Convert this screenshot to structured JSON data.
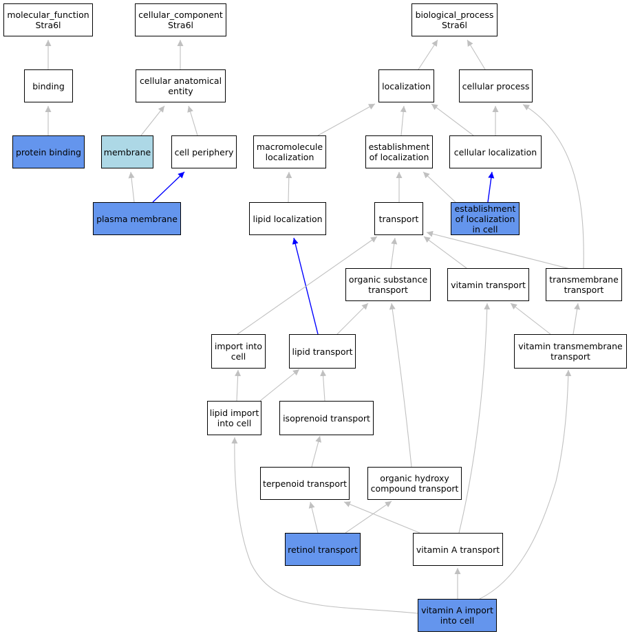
{
  "colors": {
    "edge": "#c0c0c0",
    "edge_highlight": "#0000ff",
    "node_border": "#000000",
    "fill_default": "#ffffff",
    "fill_annotated": "#6495ed",
    "fill_light": "#add8e6"
  },
  "nodes": [
    {
      "id": "mf",
      "label": "molecular_function\nStra6l",
      "fill": "default"
    },
    {
      "id": "cc",
      "label": "cellular_component\nStra6l",
      "fill": "default"
    },
    {
      "id": "bp",
      "label": "biological_process\nStra6l",
      "fill": "default"
    },
    {
      "id": "binding",
      "label": "binding",
      "fill": "default"
    },
    {
      "id": "cae",
      "label": "cellular anatomical\nentity",
      "fill": "default"
    },
    {
      "id": "localization",
      "label": "localization",
      "fill": "default"
    },
    {
      "id": "cellproc",
      "label": "cellular process",
      "fill": "default"
    },
    {
      "id": "protbind",
      "label": "protein binding",
      "fill": "annotated"
    },
    {
      "id": "membrane",
      "label": "membrane",
      "fill": "light"
    },
    {
      "id": "cellperiph",
      "label": "cell periphery",
      "fill": "default"
    },
    {
      "id": "macroloc",
      "label": "macromolecule\nlocalization",
      "fill": "default"
    },
    {
      "id": "estloc",
      "label": "establishment\nof localization",
      "fill": "default"
    },
    {
      "id": "cellloc",
      "label": "cellular localization",
      "fill": "default"
    },
    {
      "id": "plasmamem",
      "label": "plasma membrane",
      "fill": "annotated"
    },
    {
      "id": "lipidloc",
      "label": "lipid localization",
      "fill": "default"
    },
    {
      "id": "transport",
      "label": "transport",
      "fill": "default"
    },
    {
      "id": "estlocincell",
      "label": "establishment\nof localization\nin cell",
      "fill": "annotated"
    },
    {
      "id": "orgsub",
      "label": "organic substance\ntransport",
      "fill": "default"
    },
    {
      "id": "vittrans",
      "label": "vitamin transport",
      "fill": "default"
    },
    {
      "id": "tmtrans",
      "label": "transmembrane\ntransport",
      "fill": "default"
    },
    {
      "id": "importcell",
      "label": "import into\ncell",
      "fill": "default"
    },
    {
      "id": "lipidtrans",
      "label": "lipid transport",
      "fill": "default"
    },
    {
      "id": "vittm",
      "label": "vitamin transmembrane\ntransport",
      "fill": "default"
    },
    {
      "id": "lipidimport",
      "label": "lipid import\ninto cell",
      "fill": "default"
    },
    {
      "id": "isoprenoid",
      "label": "isoprenoid transport",
      "fill": "default"
    },
    {
      "id": "terpenoid",
      "label": "terpenoid transport",
      "fill": "default"
    },
    {
      "id": "orghydroxy",
      "label": "organic hydroxy\ncompound transport",
      "fill": "default"
    },
    {
      "id": "retinol",
      "label": "retinol transport",
      "fill": "annotated"
    },
    {
      "id": "vitA",
      "label": "vitamin A transport",
      "fill": "default"
    },
    {
      "id": "vitAimport",
      "label": "vitamin A import\ninto cell",
      "fill": "annotated"
    }
  ],
  "edges": [
    {
      "from": "binding",
      "to": "mf"
    },
    {
      "from": "protbind",
      "to": "binding"
    },
    {
      "from": "cae",
      "to": "cc"
    },
    {
      "from": "membrane",
      "to": "cae"
    },
    {
      "from": "cellperiph",
      "to": "cae"
    },
    {
      "from": "plasmamem",
      "to": "membrane"
    },
    {
      "from": "plasmamem",
      "to": "cellperiph",
      "highlight": true
    },
    {
      "from": "localization",
      "to": "bp"
    },
    {
      "from": "cellproc",
      "to": "bp"
    },
    {
      "from": "macroloc",
      "to": "localization"
    },
    {
      "from": "estloc",
      "to": "localization"
    },
    {
      "from": "cellloc",
      "to": "localization"
    },
    {
      "from": "cellloc",
      "to": "cellproc"
    },
    {
      "from": "tmtrans",
      "to": "cellproc"
    },
    {
      "from": "lipidloc",
      "to": "macroloc"
    },
    {
      "from": "transport",
      "to": "estloc"
    },
    {
      "from": "estlocincell",
      "to": "estloc"
    },
    {
      "from": "estlocincell",
      "to": "cellloc",
      "highlight": true
    },
    {
      "from": "lipidtrans",
      "to": "lipidloc",
      "highlight": true
    },
    {
      "from": "orgsub",
      "to": "transport"
    },
    {
      "from": "vittrans",
      "to": "transport"
    },
    {
      "from": "tmtrans",
      "to": "transport"
    },
    {
      "from": "importcell",
      "to": "transport"
    },
    {
      "from": "lipidtrans",
      "to": "orgsub"
    },
    {
      "from": "orghydroxy",
      "to": "orgsub"
    },
    {
      "from": "vittm",
      "to": "vittrans"
    },
    {
      "from": "vittm",
      "to": "tmtrans"
    },
    {
      "from": "vitA",
      "to": "vittrans"
    },
    {
      "from": "lipidimport",
      "to": "importcell"
    },
    {
      "from": "lipidimport",
      "to": "lipidtrans"
    },
    {
      "from": "isoprenoid",
      "to": "lipidtrans"
    },
    {
      "from": "terpenoid",
      "to": "isoprenoid"
    },
    {
      "from": "retinol",
      "to": "terpenoid"
    },
    {
      "from": "retinol",
      "to": "orghydroxy"
    },
    {
      "from": "vitA",
      "to": "terpenoid"
    },
    {
      "from": "vitAimport",
      "to": "vitA"
    },
    {
      "from": "vitAimport",
      "to": "lipidimport"
    },
    {
      "from": "vitAimport",
      "to": "vittm"
    }
  ]
}
